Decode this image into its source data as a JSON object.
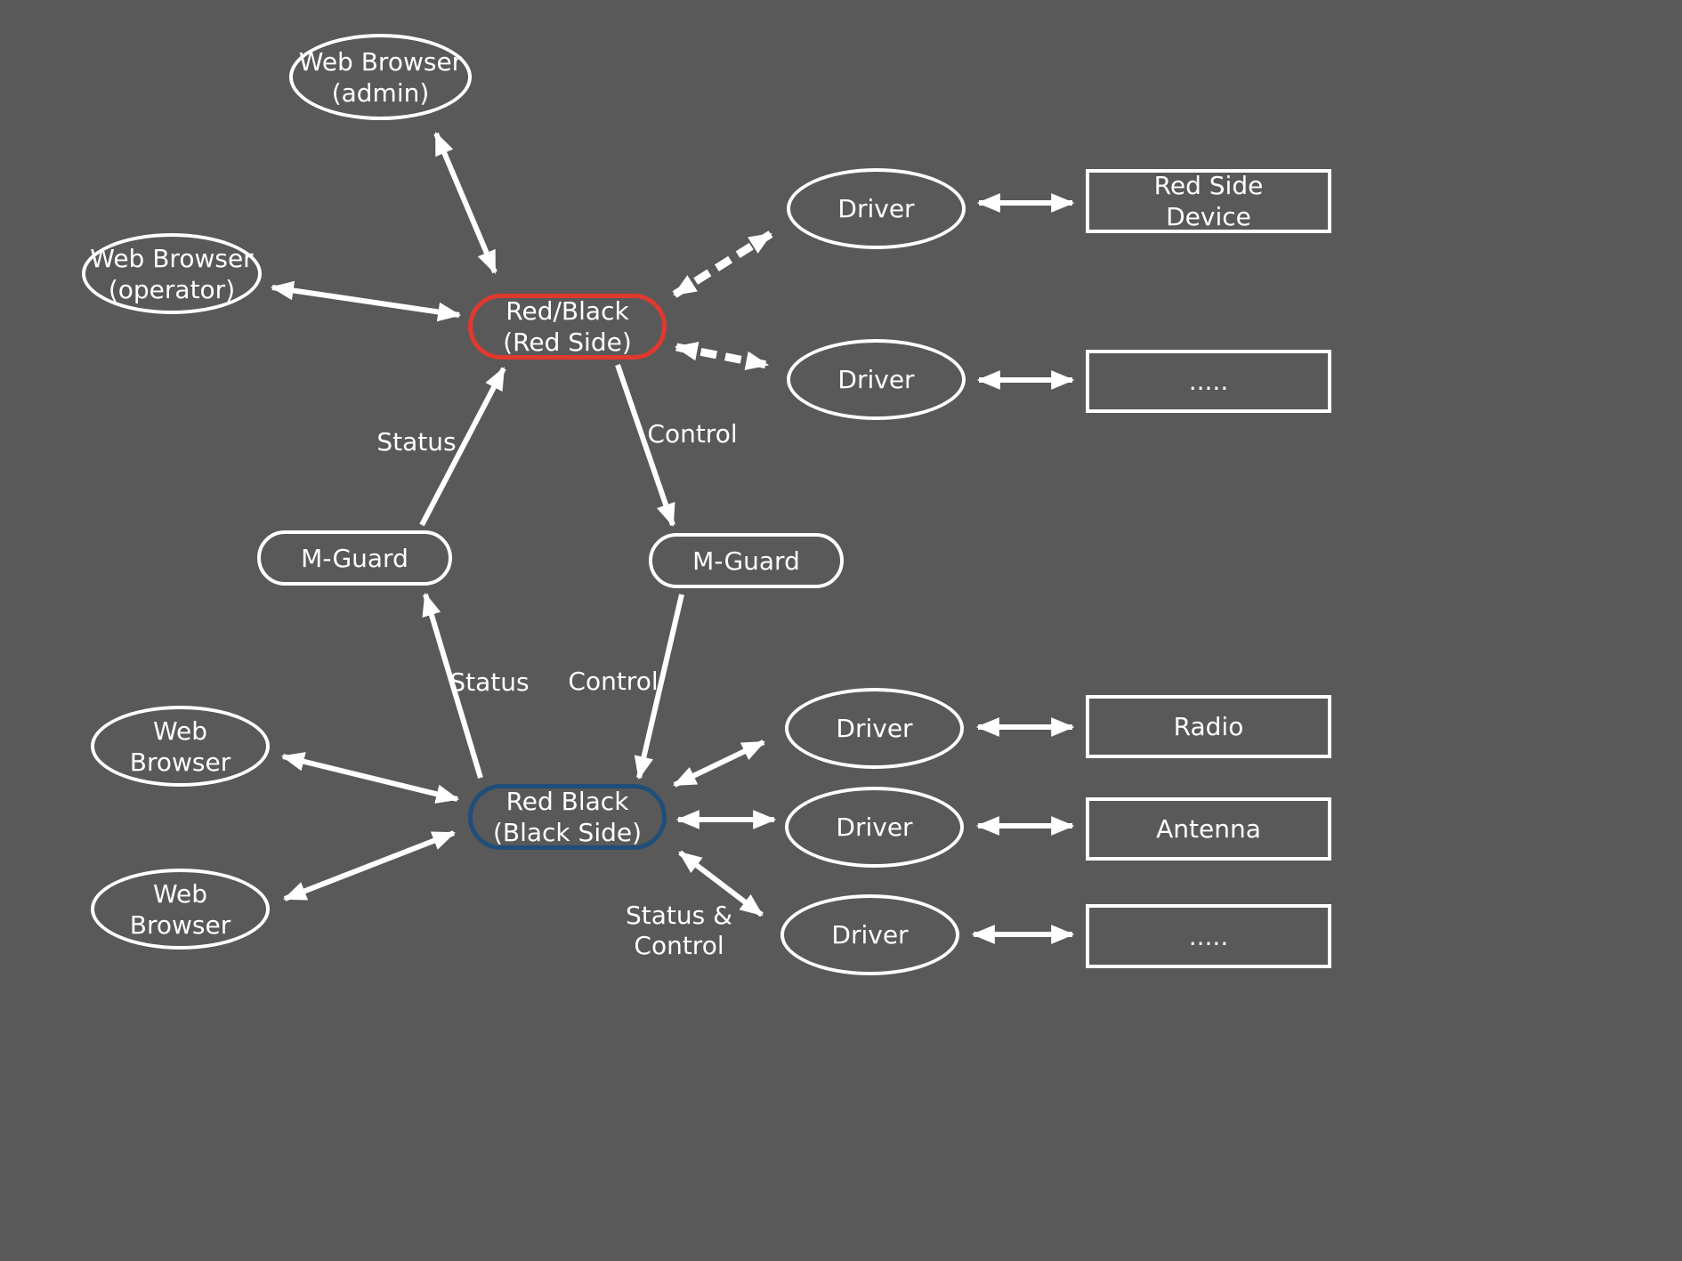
{
  "colors": {
    "background": "#595959",
    "node_stroke": "#ffffff",
    "red_side_accent": "#e0392f",
    "black_side_accent": "#1f4e79",
    "text": "#ffffff"
  },
  "nodes": {
    "web_browser_admin": "Web Browser\n(admin)",
    "web_browser_operator": "Web Browser\n(operator)",
    "red_black_red_side": "Red/Black\n(Red Side)",
    "driver_red_top": "Driver",
    "red_side_device": "Red Side\nDevice",
    "driver_red_bottom": "Driver",
    "red_side_more": ".....",
    "m_guard_left": "M-Guard",
    "m_guard_right": "M-Guard",
    "red_black_black_side": "Red Black\n(Black Side)",
    "web_browser_black_top": "Web\nBrowser",
    "web_browser_black_bottom": "Web\nBrowser",
    "driver_radio": "Driver",
    "radio": "Radio",
    "driver_antenna": "Driver",
    "antenna": "Antenna",
    "driver_black_more": "Driver",
    "black_side_more": "....."
  },
  "edge_labels": {
    "status_upper": "Status",
    "control_upper": "Control",
    "status_lower": "Status",
    "control_lower": "Control",
    "status_and_control": "Status &\nControl"
  }
}
